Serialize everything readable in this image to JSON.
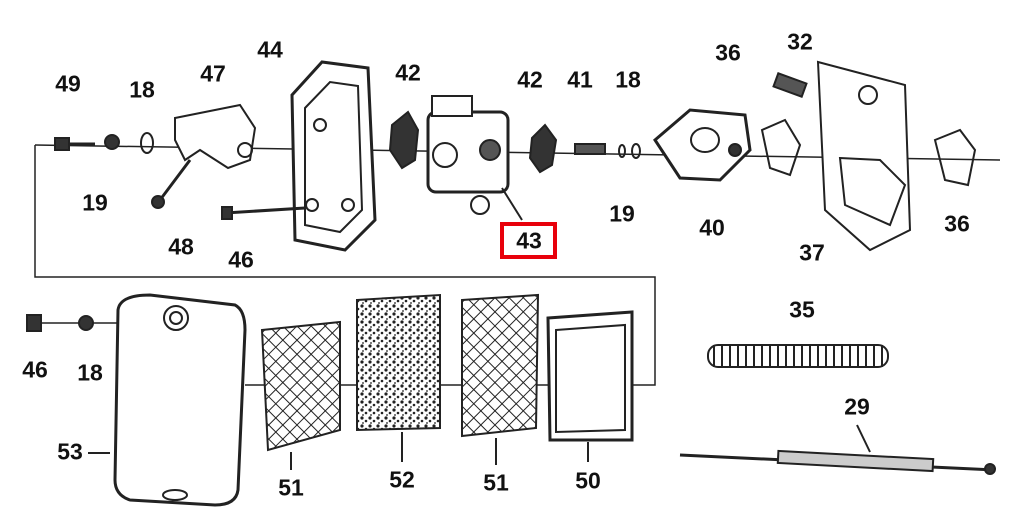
{
  "title": "Carburetor and air filter exploded parts diagram",
  "highlight_color": "#e8000b",
  "highlighted_part": "43",
  "labels": {
    "p49": "49",
    "p18a": "18",
    "p47": "47",
    "p44": "44",
    "p42a": "42",
    "p42b": "42",
    "p41": "41",
    "p18b": "18",
    "p36a": "36",
    "p32": "32",
    "p19a": "19",
    "p48": "48",
    "p46a": "46",
    "p43": "43",
    "p19b": "19",
    "p40": "40",
    "p37": "37",
    "p36b": "36",
    "p35": "35",
    "p29": "29",
    "p46b": "46",
    "p18c": "18",
    "p53": "53",
    "p51a": "51",
    "p52": "52",
    "p51b": "51",
    "p50": "50"
  }
}
